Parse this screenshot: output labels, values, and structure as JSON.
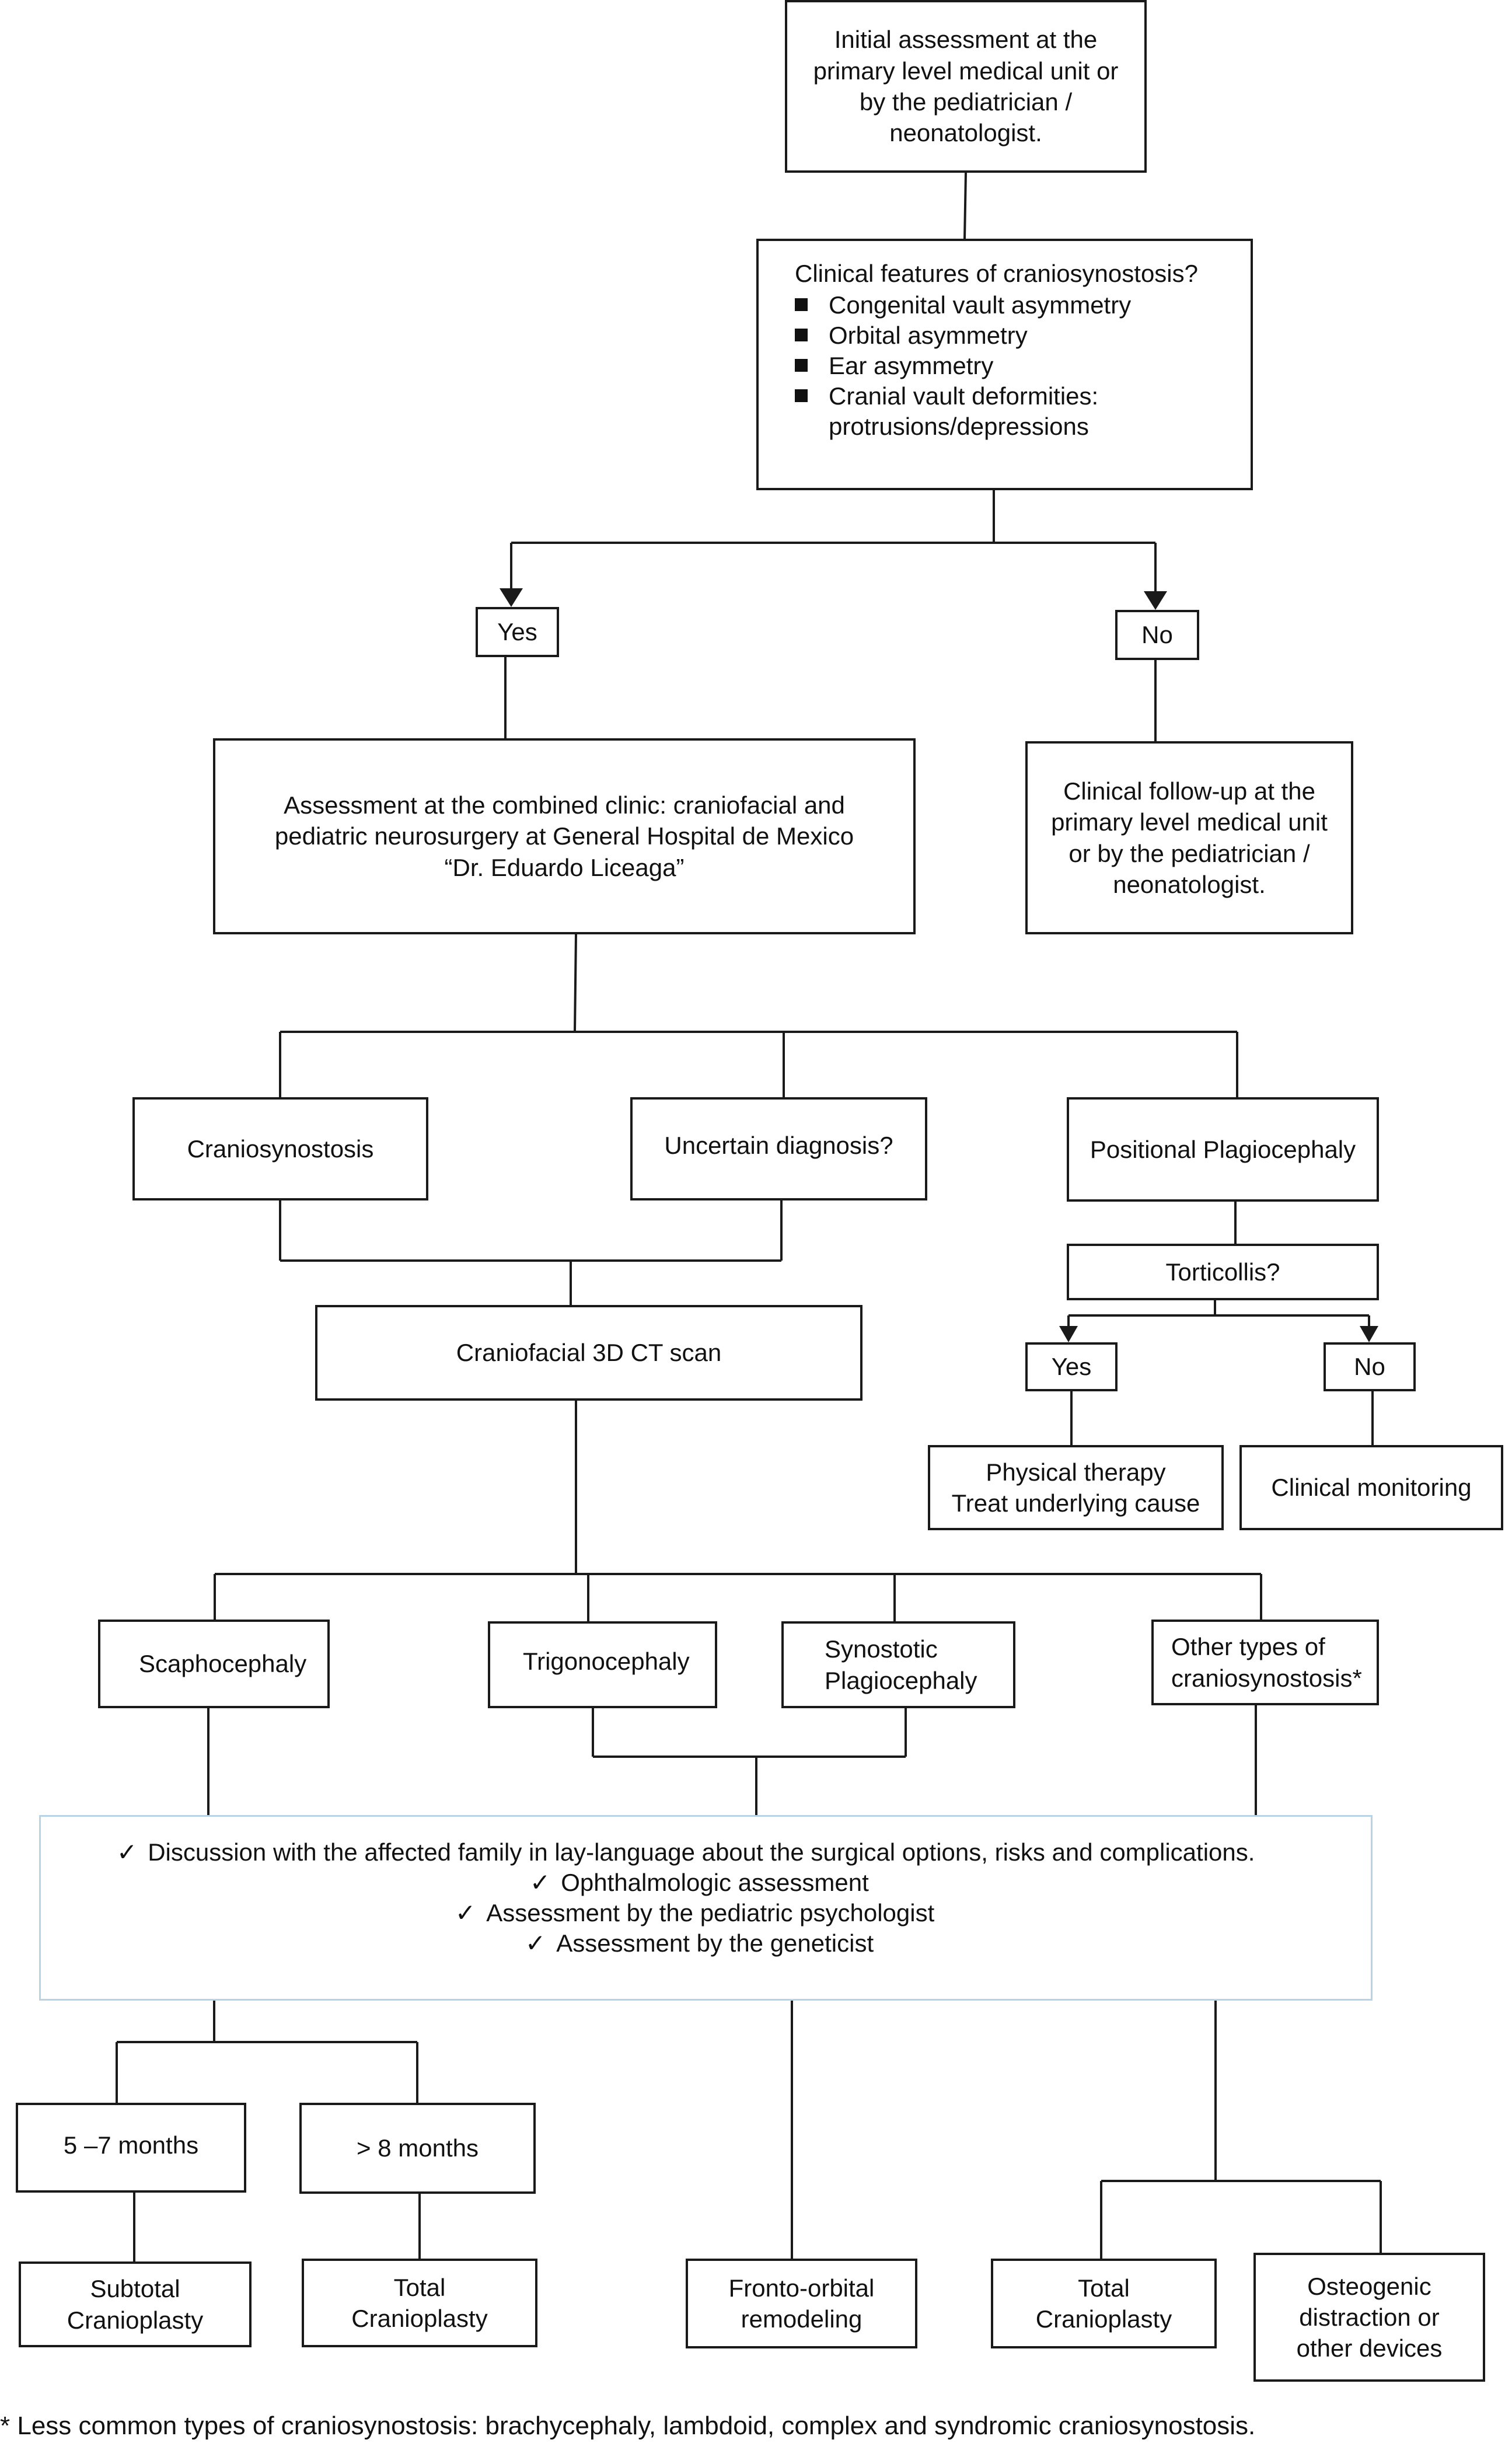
{
  "nodes": {
    "initial": "Initial assessment at the primary level medical unit or by the pediatrician / neonatologist.",
    "clinical_question": "Clinical features of craniosynostosis?",
    "clinical_features": [
      "Congenital vault asymmetry",
      "Orbital asymmetry",
      "Ear asymmetry",
      "Cranial vault deformities: protrusions/depressions"
    ],
    "yes1": "Yes",
    "no1": "No",
    "combined_clinic": "Assessment at the combined clinic: craniofacial and pediatric neurosurgery at General Hospital de Mexico “Dr. Eduardo Liceaga”",
    "followup": "Clinical follow-up at the primary level medical unit or by the pediatrician / neonatologist.",
    "craniosynostosis": "Craniosynostosis",
    "uncertain": "Uncertain diagnosis?",
    "positional": "Positional Plagiocephaly",
    "torticollis": "Torticollis?",
    "yes2": "Yes",
    "no2": "No",
    "ct_scan": "Craniofacial 3D CT scan",
    "physical_therapy_1": "Physical therapy",
    "physical_therapy_2": "Treat underlying cause",
    "clinical_monitoring": "Clinical monitoring",
    "scaphocephaly": "Scaphocephaly",
    "trigonocephaly": "Trigonocephaly",
    "synostotic": "Synostotic Plagiocephaly",
    "other_types": "Other types of craniosynostosis*",
    "discussion": [
      "Discussion with the affected family in lay-language about the surgical options, risks and complications.",
      "Ophthalmologic assessment",
      "Assessment by the pediatric psychologist",
      "Assessment by the geneticist"
    ],
    "months_5_7": "5 –7 months",
    "months_8": "> 8 months",
    "subtotal": "Subtotal Cranioplasty",
    "total_1": "Total Cranioplasty",
    "fronto": "Fronto-orbital remodeling",
    "total_2": "Total Cranioplasty",
    "osteogenic": "Osteogenic distraction or other devices"
  },
  "footnote": "* Less common types of craniosynostosis: brachycephaly, lambdoid, complex and syndromic craniosynostosis.",
  "colors": {
    "line": "#1a1a1a",
    "discussion_border": "#b9d3e6"
  }
}
